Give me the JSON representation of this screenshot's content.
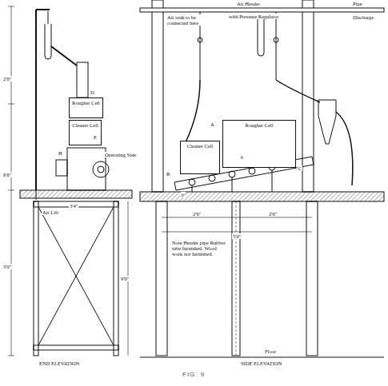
{
  "diagram": {
    "caption": "FIG. 9",
    "nodes": [
      {
        "text": [
          "Rougher Cell"
        ]
      },
      {
        "text": [
          "Cleaner Cell"
        ]
      },
      {
        "text": [
          "Cleaner Cell"
        ]
      },
      {
        "text": [
          "Rougher Cell"
        ]
      }
    ],
    "labels": [
      "END ELEVATION",
      "SIDE ELEVATION",
      "Operating Side",
      "Air Lift",
      "Air Header",
      "with Pressure Regulator",
      "Air tank to be connected here",
      "Pipe",
      "Discharge",
      "Note Header pipe Rubber tube furnished. Wood work not furnished.",
      "Floor",
      "6'6\"",
      "2'0\"",
      "3'0\"",
      "2'6\"",
      "2'6\"",
      "5'0\"",
      "9'0\"",
      "3'4\"",
      "A",
      "B",
      "C",
      "b",
      "b'",
      "H",
      "E",
      "D"
    ]
  }
}
